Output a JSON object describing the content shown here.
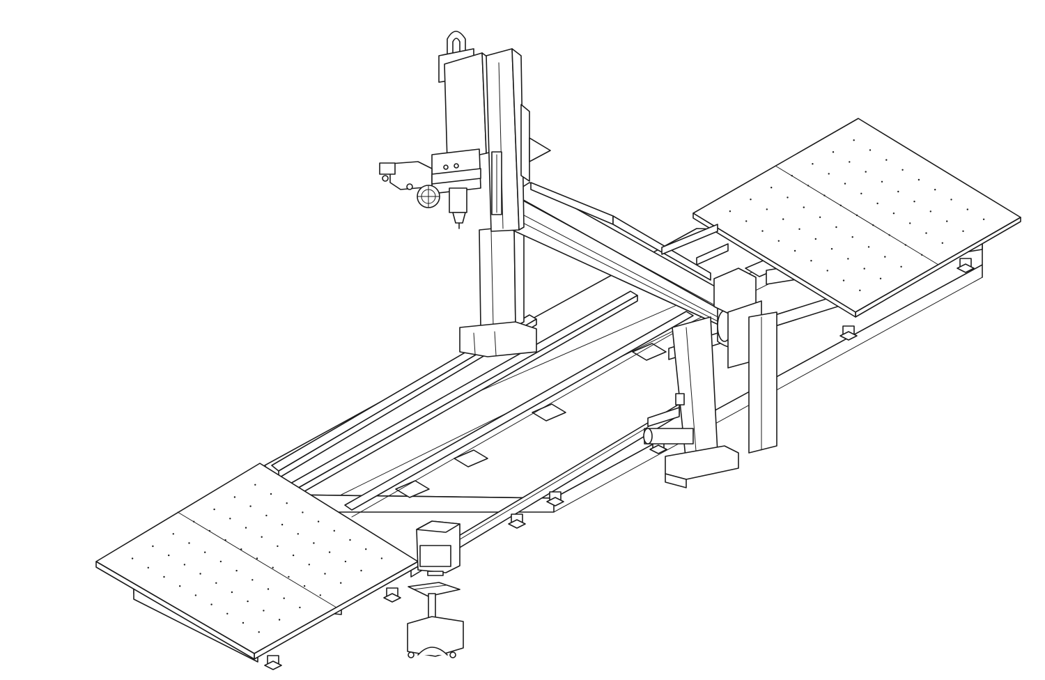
{
  "drawing": {
    "line_color": "#1a1a1a",
    "background_color": "#ffffff",
    "tables": [
      {
        "name": "left-table",
        "rows": 8,
        "cols": 10
      },
      {
        "name": "right-table",
        "rows": 8,
        "cols": 10
      }
    ]
  }
}
